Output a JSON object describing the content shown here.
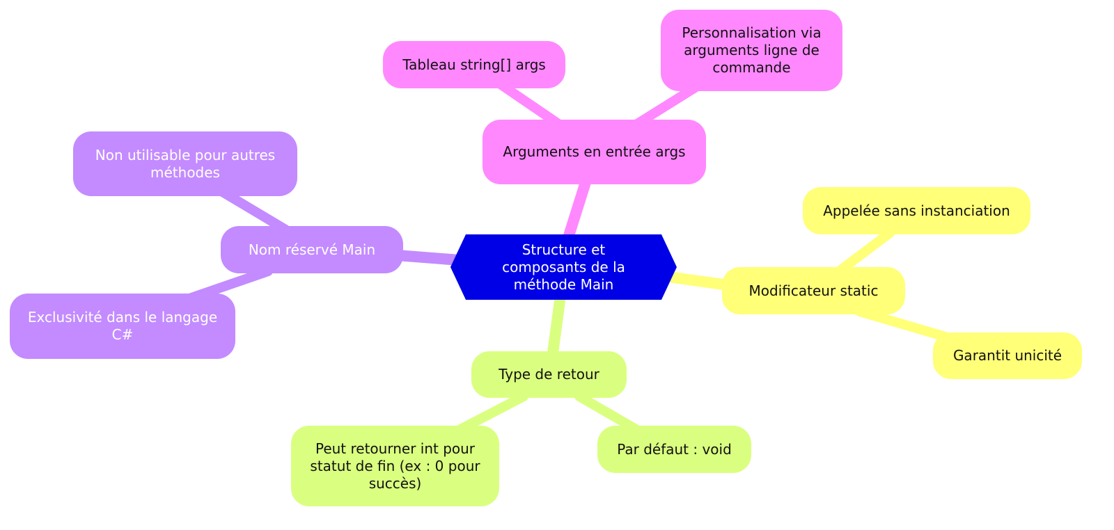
{
  "colors": {
    "root": "#0000e6",
    "args_branch": "#ff88ff",
    "static_branch": "#ffff78",
    "return_branch": "#daff80",
    "name_branch": "#c38bff"
  },
  "root": {
    "text": "Structure et composants de la méthode Main"
  },
  "branches": {
    "args": {
      "label": "Arguments en entrée args",
      "children": [
        "Tableau string[] args",
        "Personnalisation via arguments ligne de commande"
      ]
    },
    "static": {
      "label": "Modificateur static",
      "children": [
        "Appelée sans instanciation",
        "Garantit unicité"
      ]
    },
    "return_type": {
      "label": "Type de retour",
      "children": [
        "Peut retourner int pour statut de fin (ex : 0 pour succès)",
        "Par défaut : void"
      ]
    },
    "name": {
      "label": "Nom réservé Main",
      "children": [
        "Non utilisable pour autres méthodes",
        "Exclusivité dans le langage C#"
      ]
    }
  }
}
